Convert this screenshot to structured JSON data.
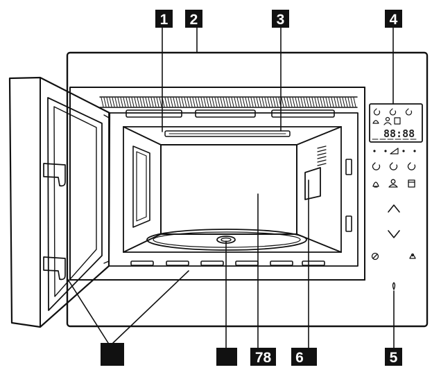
{
  "callouts": [
    {
      "id": "c1",
      "label": "1"
    },
    {
      "id": "c2",
      "label": "2"
    },
    {
      "id": "c3",
      "label": "3"
    },
    {
      "id": "c4",
      "label": "4"
    },
    {
      "id": "c5",
      "label": "5"
    },
    {
      "id": "c6",
      "label": "6"
    },
    {
      "id": "c78",
      "label": "78"
    },
    {
      "id": "c-door",
      "label": ""
    },
    {
      "id": "c-turntable",
      "label": ""
    }
  ],
  "display": {
    "readout": "88:88"
  },
  "colors": {
    "ink": "#111111",
    "callout_bg": "#111111",
    "callout_text": "#ffffff",
    "paper": "#ffffff"
  }
}
